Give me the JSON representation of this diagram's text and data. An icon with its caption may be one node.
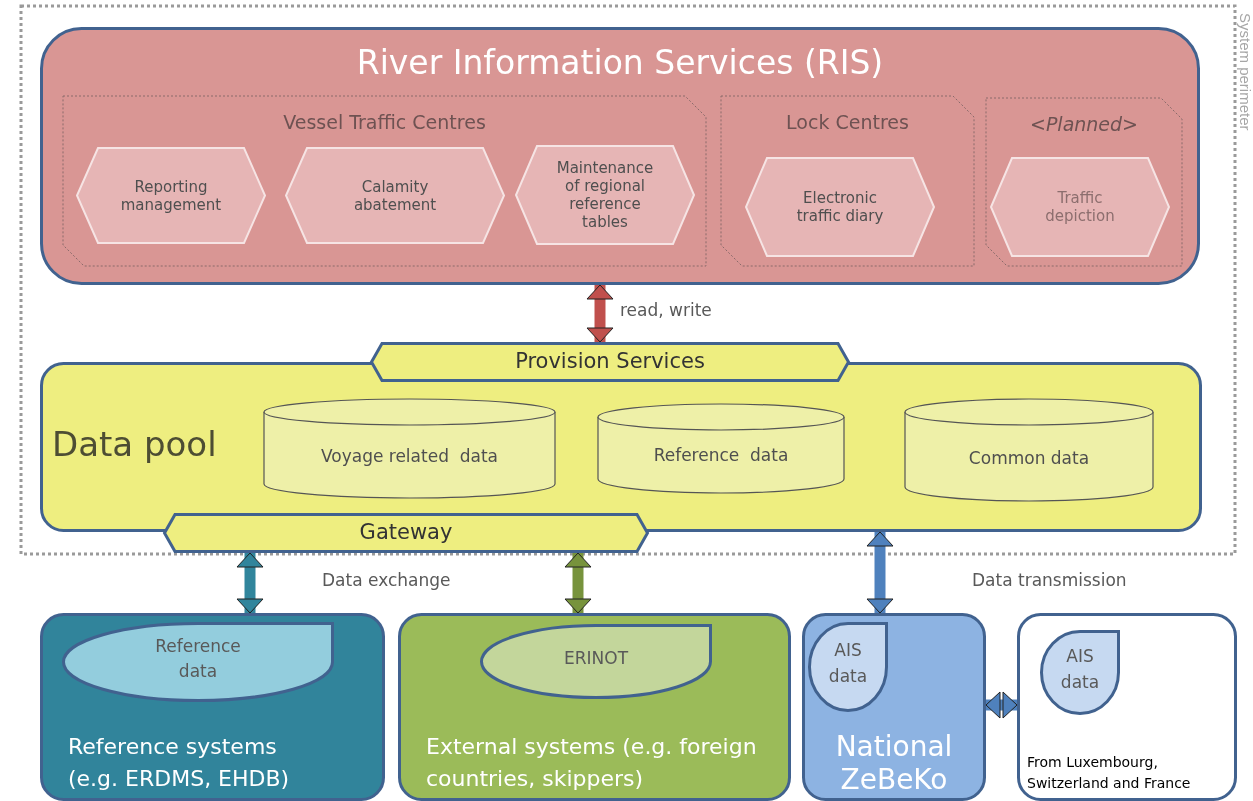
{
  "diagram": {
    "nodes": [
      {
        "text": [
          "System perimeter"
        ]
      },
      {
        "text": [
          "River Information Services (RIS)"
        ],
        "in": 0
      },
      {
        "text": [
          "Vessel Traffic Centres"
        ],
        "in": 1
      },
      {
        "text": [
          "Reporting management"
        ],
        "in": 2
      },
      {
        "text": [
          "Calamity abatement"
        ],
        "in": 2
      },
      {
        "text": [
          "Maintenance of regional reference tables"
        ],
        "in": 2
      },
      {
        "text": [
          "Lock Centres"
        ],
        "in": 1
      },
      {
        "text": [
          "Electronic traffic diary"
        ],
        "in": 6
      },
      {
        "text": [
          "<Planned>"
        ],
        "in": 1
      },
      {
        "text": [
          "Traffic depiction"
        ],
        "in": 8
      },
      {
        "text": [
          "Data pool"
        ],
        "in": 0
      },
      {
        "text": [
          "Provision Services"
        ],
        "in": 0
      },
      {
        "text": [
          "Voyage related  data"
        ],
        "in": 10
      },
      {
        "text": [
          "Reference  data"
        ],
        "in": 10
      },
      {
        "text": [
          "Common data"
        ],
        "in": 10
      },
      {
        "text": [
          "Gateway"
        ],
        "in": 0
      },
      {
        "text": [
          "Reference systems (e.g. ERDMS, EHDB)"
        ]
      },
      {
        "text": [
          "Reference data"
        ],
        "in": 16
      },
      {
        "text": [
          "External systems (e.g. foreign countries, skippers)"
        ]
      },
      {
        "text": [
          "ERINOT"
        ],
        "in": 18
      },
      {
        "text": [
          "National ZeBeKo"
        ]
      },
      {
        "text": [
          "AIS data"
        ],
        "in": 20
      },
      {
        "text": [
          "From Luxembourg, Switzerland and France"
        ]
      },
      {
        "text": [
          "AIS data"
        ],
        "in": 22
      }
    ],
    "edges": [
      {
        "from": 1,
        "to": 11,
        "arrow": "both",
        "label": "read, write",
        "color": "#c0504d"
      },
      {
        "from": 15,
        "to": 16,
        "arrow": "both",
        "color": "#31859c"
      },
      {
        "from": 15,
        "to": 18,
        "arrow": "both",
        "color": "#77933c"
      },
      {
        "from": 10,
        "to": 20,
        "arrow": "both",
        "color": "#4f81bd"
      },
      {
        "from": 20,
        "to": 22,
        "arrow": "both",
        "color": "#4f81bd"
      }
    ],
    "labels": [
      "Data exchange",
      "Data transmission"
    ]
  }
}
